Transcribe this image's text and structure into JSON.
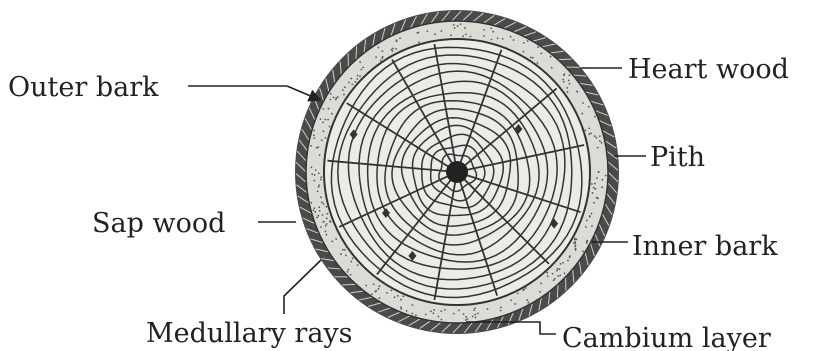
{
  "labels": {
    "outer_bark": "Outer bark",
    "heart_wood": "Heart wood",
    "pith": "Pith",
    "sap_wood": "Sap wood",
    "inner_bark": "Inner bark",
    "medullary_rays": "Medullary rays",
    "cambium_layer": "Cambium layer"
  },
  "colors": {
    "ink": "#222222",
    "bark": "#4a4a4a",
    "wood": "#e9e9e4",
    "speckle": "#dcdcd6"
  }
}
